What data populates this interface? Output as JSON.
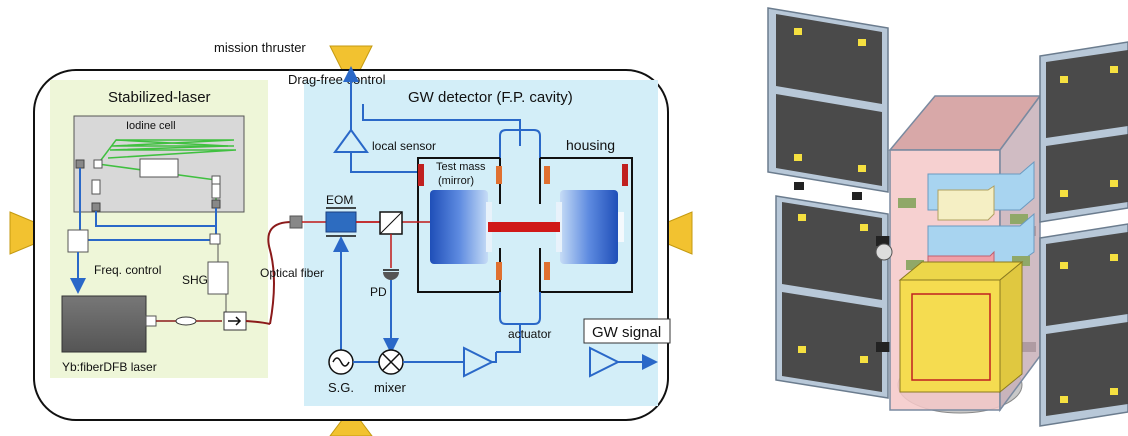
{
  "left_diagram": {
    "top_label": "mission thruster",
    "drag_free": "Drag-free control",
    "stabilized_title": "Stabilized-laser",
    "iodine_cell": "Iodine cell",
    "freq_control": "Freq. control",
    "shg": "SHG",
    "laser": "Yb:fiberDFB laser",
    "optical_fiber": "Optical fiber",
    "gw_detector": "GW detector (F.P. cavity)",
    "local_sensor": "local sensor",
    "housing": "housing",
    "test_mass": "Test mass",
    "mirror": "(mirror)",
    "eom": "EOM",
    "pd": "PD",
    "actuator": "actuator",
    "gw_signal": "GW signal",
    "sg": "S.G.",
    "mixer": "mixer"
  },
  "colors": {
    "laser_bg": "#eef6d8",
    "detector_bg": "#d3eef8",
    "signal_blue": "#2a68c8",
    "beam_red": "#b01818",
    "thruster_yellow": "#f2c230",
    "panel_dark": "#4a4a4a",
    "cell_green": "#40c040"
  }
}
